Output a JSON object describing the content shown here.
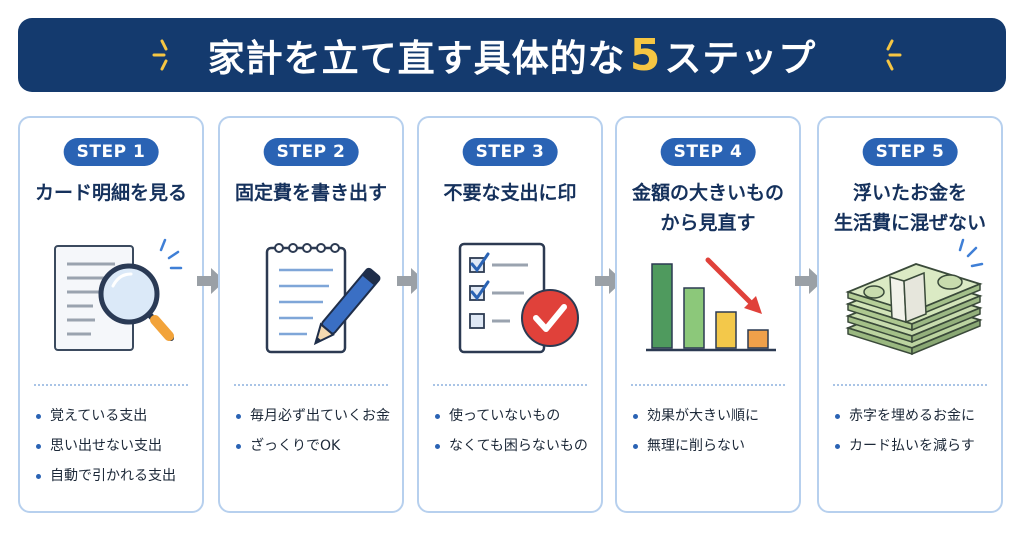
{
  "title": {
    "prefix": "家計を立て直す具体的な",
    "number": "5",
    "suffix": "ステップ"
  },
  "steps": [
    {
      "badge": "STEP 1",
      "heading": [
        "カード明細を見る"
      ],
      "icon": "magnifying-glass-statement-icon",
      "bullets": [
        "覚えている支出",
        "思い出せない支出",
        "自動で引かれる支出"
      ]
    },
    {
      "badge": "STEP 2",
      "heading": [
        "固定費を書き出す"
      ],
      "icon": "notepad-pen-icon",
      "bullets": [
        "毎月必ず出ていくお金",
        "ざっくりでOK"
      ]
    },
    {
      "badge": "STEP 3",
      "heading": [
        "不要な支出に印"
      ],
      "icon": "checklist-check-icon",
      "bullets": [
        "使っていないもの",
        "なくても困らないもの"
      ]
    },
    {
      "badge": "STEP 4",
      "heading": [
        "金額の大きいもの",
        "から見直す"
      ],
      "icon": "bar-chart-down-arrow-icon",
      "bullets": [
        "効果が大きい順に",
        "無理に削らない"
      ]
    },
    {
      "badge": "STEP 5",
      "heading": [
        "浮いたお金を",
        "生活費に混ぜない"
      ],
      "icon": "money-stack-icon",
      "bullets": [
        "赤字を埋めるお金に",
        "カード払いを減らす"
      ]
    }
  ],
  "colors": {
    "title_bg": "#143a6e",
    "accent_yellow": "#f6c643",
    "badge_blue": "#2a63b4",
    "card_border": "#b7d0ee",
    "arrow_gray": "#9aa0a6",
    "check_red": "#e0413a"
  }
}
